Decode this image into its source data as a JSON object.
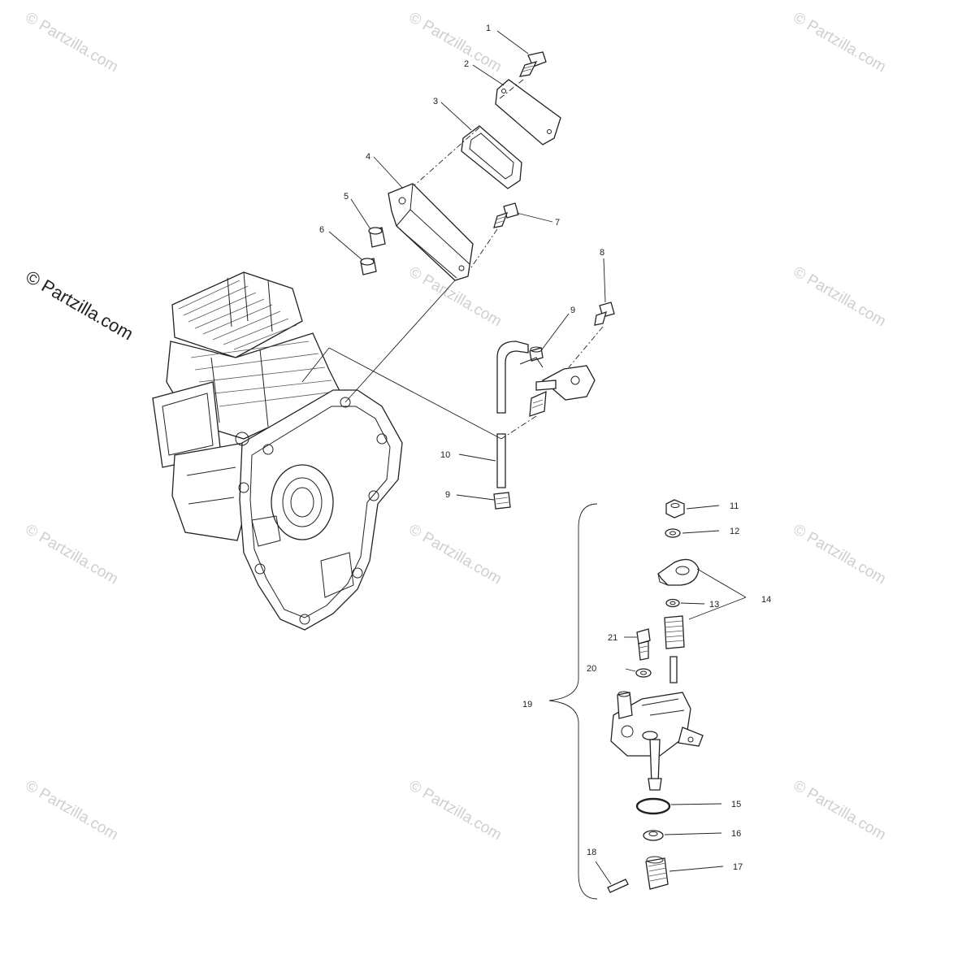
{
  "copyright_label": "© Partzilla.com",
  "watermark_text": "© Partzilla.com",
  "callouts": {
    "c1": "1",
    "c2": "2",
    "c3": "3",
    "c4": "4",
    "c5": "5",
    "c6": "6",
    "c7": "7",
    "c8": "8",
    "c9a": "9",
    "c9b": "9",
    "c10": "10",
    "c11": "11",
    "c12": "12",
    "c13": "13",
    "c14": "14",
    "c15": "15",
    "c16": "16",
    "c17": "17",
    "c18": "18",
    "c19": "19",
    "c20": "20",
    "c21": "21"
  }
}
